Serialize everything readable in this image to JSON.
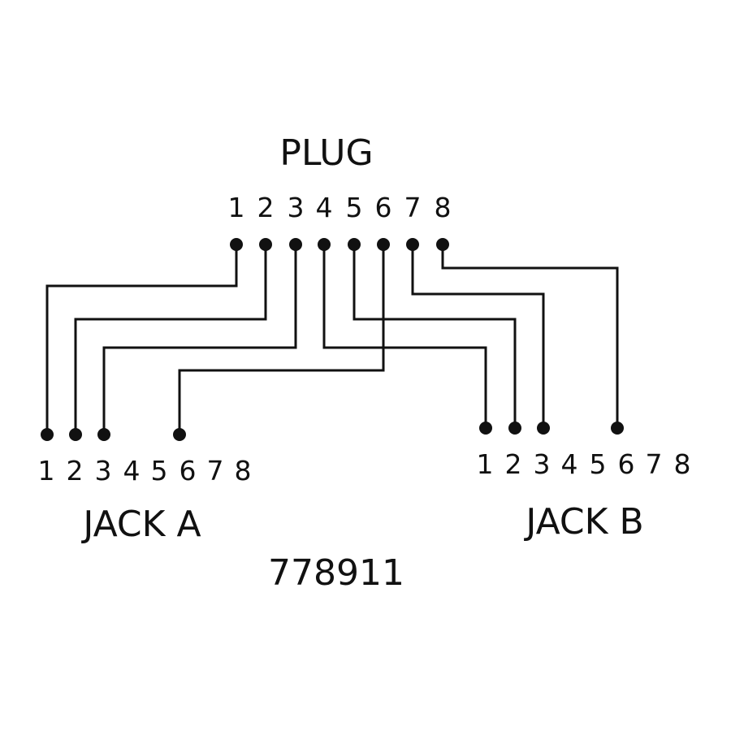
{
  "plug": {
    "title": "PLUG",
    "pins": [
      "1",
      "2",
      "3",
      "4",
      "5",
      "6",
      "7",
      "8"
    ]
  },
  "jack_a": {
    "title": "JACK A",
    "pins": [
      "1",
      "2",
      "3",
      "4",
      "5",
      "6",
      "7",
      "8"
    ]
  },
  "jack_b": {
    "title": "JACK B",
    "pins": [
      "1",
      "2",
      "3",
      "4",
      "5",
      "6",
      "7",
      "8"
    ]
  },
  "part_number": "778911",
  "connections": [
    {
      "plug_pin": 1,
      "jack": "A",
      "jack_pin": 1
    },
    {
      "plug_pin": 2,
      "jack": "A",
      "jack_pin": 2
    },
    {
      "plug_pin": 3,
      "jack": "A",
      "jack_pin": 3
    },
    {
      "plug_pin": 4,
      "jack": "B",
      "jack_pin": 1
    },
    {
      "plug_pin": 5,
      "jack": "B",
      "jack_pin": 2
    },
    {
      "plug_pin": 6,
      "jack": "A",
      "jack_pin": 6
    },
    {
      "plug_pin": 7,
      "jack": "B",
      "jack_pin": 3
    },
    {
      "plug_pin": 8,
      "jack": "B",
      "jack_pin": 6
    }
  ],
  "colors": {
    "ink": "#111111",
    "background": "#ffffff"
  }
}
